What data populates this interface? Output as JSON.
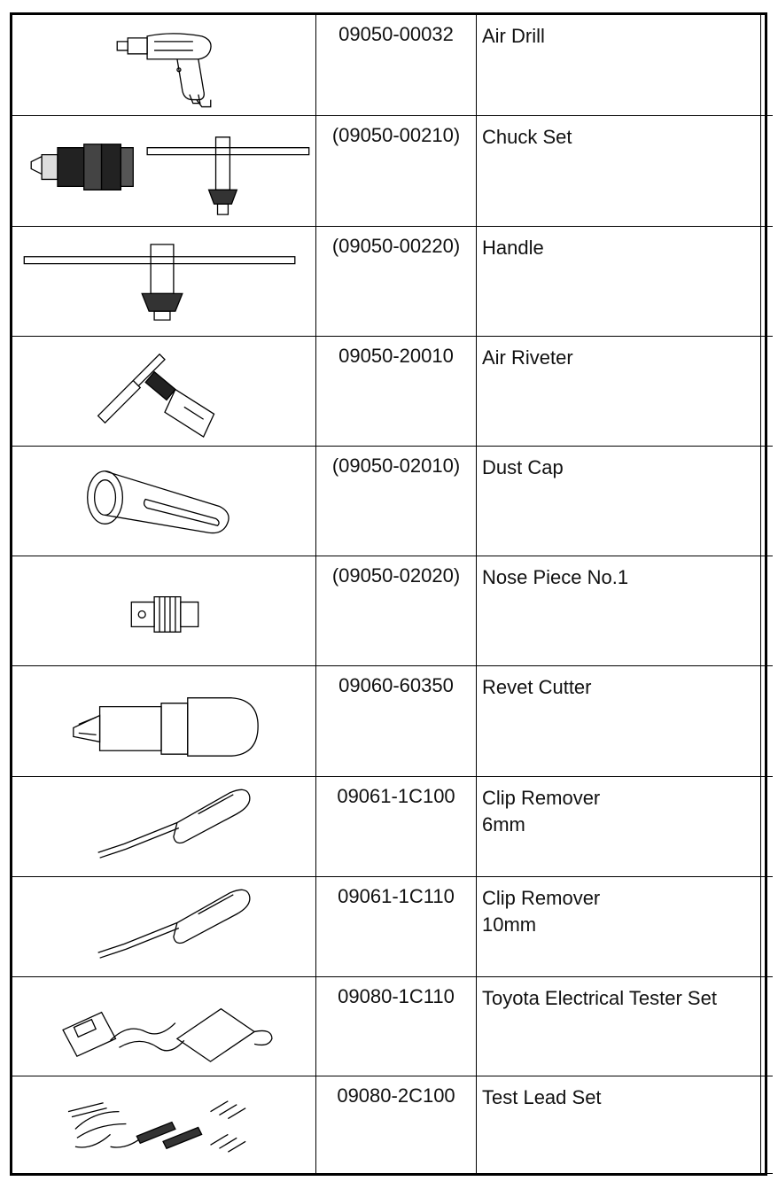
{
  "rows": [
    {
      "part_no": "09050-00032",
      "name": "Air Drill",
      "name2": "",
      "icon": "air-drill-icon"
    },
    {
      "part_no": "(09050-00210)",
      "name": "Chuck Set",
      "name2": "",
      "icon": "chuck-set-icon"
    },
    {
      "part_no": "(09050-00220)",
      "name": "Handle",
      "name2": "",
      "icon": "chuck-key-handle-icon"
    },
    {
      "part_no": "09050-20010",
      "name": "Air Riveter",
      "name2": "",
      "icon": "air-riveter-icon"
    },
    {
      "part_no": "(09050-02010)",
      "name": "Dust Cap",
      "name2": "",
      "icon": "dust-cap-icon"
    },
    {
      "part_no": "(09050-02020)",
      "name": "Nose Piece No.1",
      "name2": "",
      "icon": "nose-piece-icon"
    },
    {
      "part_no": "09060-60350",
      "name": "Revet Cutter",
      "name2": "",
      "icon": "rivet-cutter-icon"
    },
    {
      "part_no": "09061-1C100",
      "name": "Clip Remover",
      "name2": "6mm",
      "icon": "clip-remover-icon"
    },
    {
      "part_no": "09061-1C110",
      "name": "Clip Remover",
      "name2": "10mm",
      "icon": "clip-remover-icon"
    },
    {
      "part_no": "09080-1C110",
      "name": "Toyota Electrical Tester Set",
      "name2": "",
      "icon": "electrical-tester-icon"
    },
    {
      "part_no": "09080-2C100",
      "name": "Test Lead Set",
      "name2": "",
      "icon": "test-lead-set-icon"
    }
  ]
}
